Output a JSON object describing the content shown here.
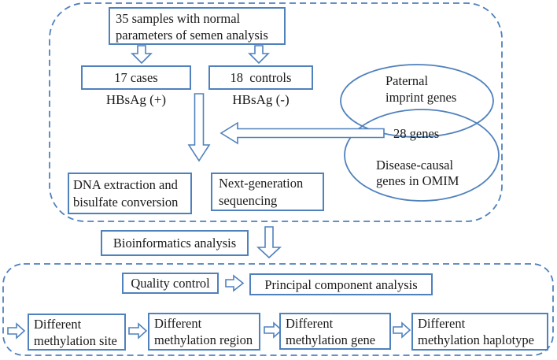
{
  "colors": {
    "accent": "#4f81bd",
    "text": "#1a1a1a",
    "bg": "#ffffff"
  },
  "top_section": {
    "samples_box": "35 samples with normal\nparameters of semen analysis",
    "cases_box": "17 cases",
    "controls_box": "18  controls",
    "cases_sublabel": "HBsAg (+)",
    "controls_sublabel": "HBsAg (-)",
    "dna_box": "DNA extraction and\nbisulfate conversion",
    "ngs_box": "Next-generation\nsequencing",
    "venn": {
      "top_ellipse_label": "Paternal\nimprint genes",
      "overlap_label": "28 genes",
      "bottom_ellipse_label": "Disease-causal\ngenes in OMIM"
    }
  },
  "middle": {
    "bioinformatics_box": "Bioinformatics analysis"
  },
  "bottom_section": {
    "quality_box": "Quality control",
    "pca_box": "Principal component analysis",
    "site_box": "Different\nmethylation site",
    "region_box": "Different\nmethylation region",
    "gene_box": "Different\nmethylation gene",
    "haplotype_box": "Different\nmethylation haplotype"
  }
}
